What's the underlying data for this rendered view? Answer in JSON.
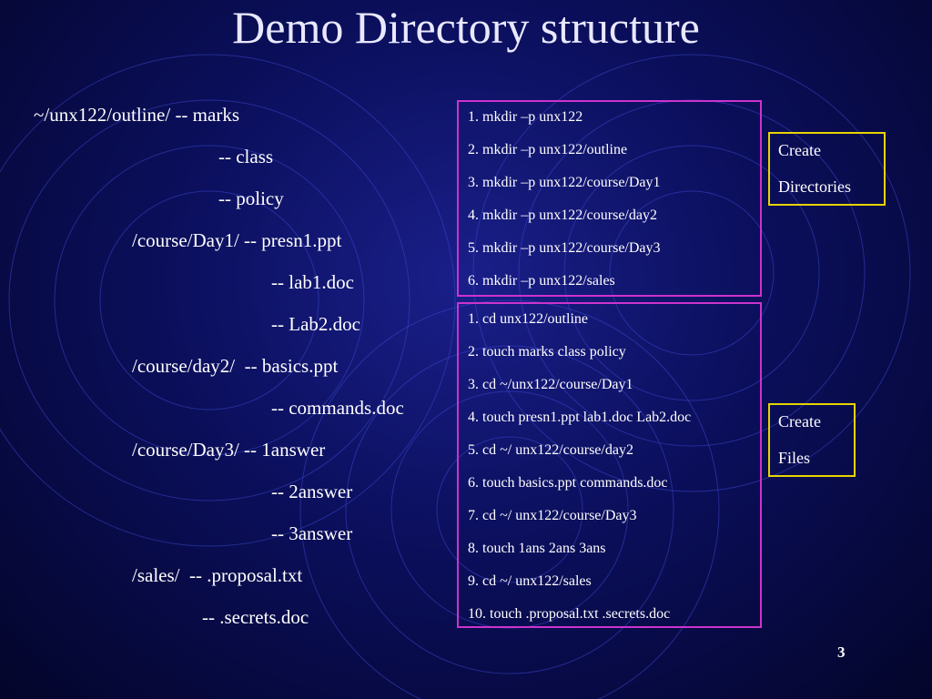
{
  "slide": {
    "title": "Demo Directory structure",
    "page_number": "3"
  },
  "tree": [
    "~/unx122/outline/ -- marks",
    "-- class",
    "-- policy",
    "/course/Day1/ -- presn1.ppt",
    "-- lab1.doc",
    "-- Lab2.doc",
    "/course/day2/  -- basics.ppt",
    "-- commands.doc",
    "/course/Day3/ -- 1answer",
    "-- 2answer",
    "-- 3answer",
    "/sales/  -- .proposal.txt",
    "-- .secrets.doc"
  ],
  "directories_box": {
    "commands": [
      "1. mkdir –p unx122",
      "2. mkdir –p unx122/outline",
      "3. mkdir –p unx122/course/Day1",
      "4. mkdir –p unx122/course/day2",
      "5. mkdir –p unx122/course/Day3",
      "6. mkdir –p unx122/sales"
    ],
    "label": [
      "Create",
      "Directories"
    ]
  },
  "files_box": {
    "commands": [
      "1. cd unx122/outline",
      "2. touch marks class policy",
      "3. cd ~/unx122/course/Day1",
      "4. touch presn1.ppt lab1.doc Lab2.doc",
      "5. cd ~/ unx122/course/day2",
      "6. touch basics.ppt commands.doc",
      "7. cd ~/ unx122/course/Day3",
      "8. touch 1ans 2ans 3ans",
      "9. cd ~/ unx122/sales",
      "10. touch .proposal.txt .secrets.doc"
    ],
    "label": [
      "Create",
      "Files"
    ]
  },
  "colors": {
    "background": "#0b0f5c",
    "command_box_border": "#cc33cc",
    "label_box_border": "#e8d400",
    "text": "#ffffff"
  }
}
